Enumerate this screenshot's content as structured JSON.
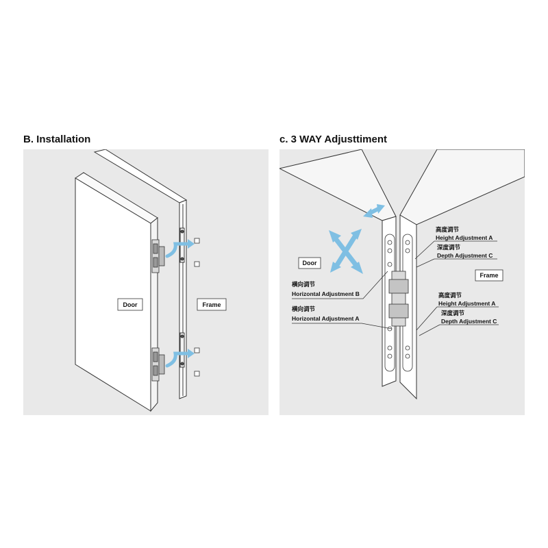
{
  "installation": {
    "title": "B. Installation",
    "door_label": "Door",
    "frame_label": "Frame"
  },
  "adjustment": {
    "title": "c. 3 WAY Adjusttiment",
    "door_label": "Door",
    "frame_label": "Frame",
    "callouts": {
      "horizontal_b_zh": "横向调节",
      "horizontal_b_en": "Horizontal Adjustment B",
      "horizontal_a_zh": "横向调节",
      "horizontal_a_en": "Horizontal Adjustment A",
      "height_top_zh": "高度调节",
      "height_top_en": "Height Adjustment A",
      "depth_top_zh": "深度调节",
      "depth_top_en": "Depth Adjustment C",
      "height_bottom_zh": "高度调节",
      "height_bottom_en": "Height Adjustment A",
      "depth_bottom_zh": "深度调节",
      "depth_bottom_en": "Depth Adjustment C"
    }
  },
  "colors": {
    "background": "#e9e9e9",
    "surface": "#ffffff",
    "line": "#333333",
    "arrow": "#7fbfe3"
  }
}
